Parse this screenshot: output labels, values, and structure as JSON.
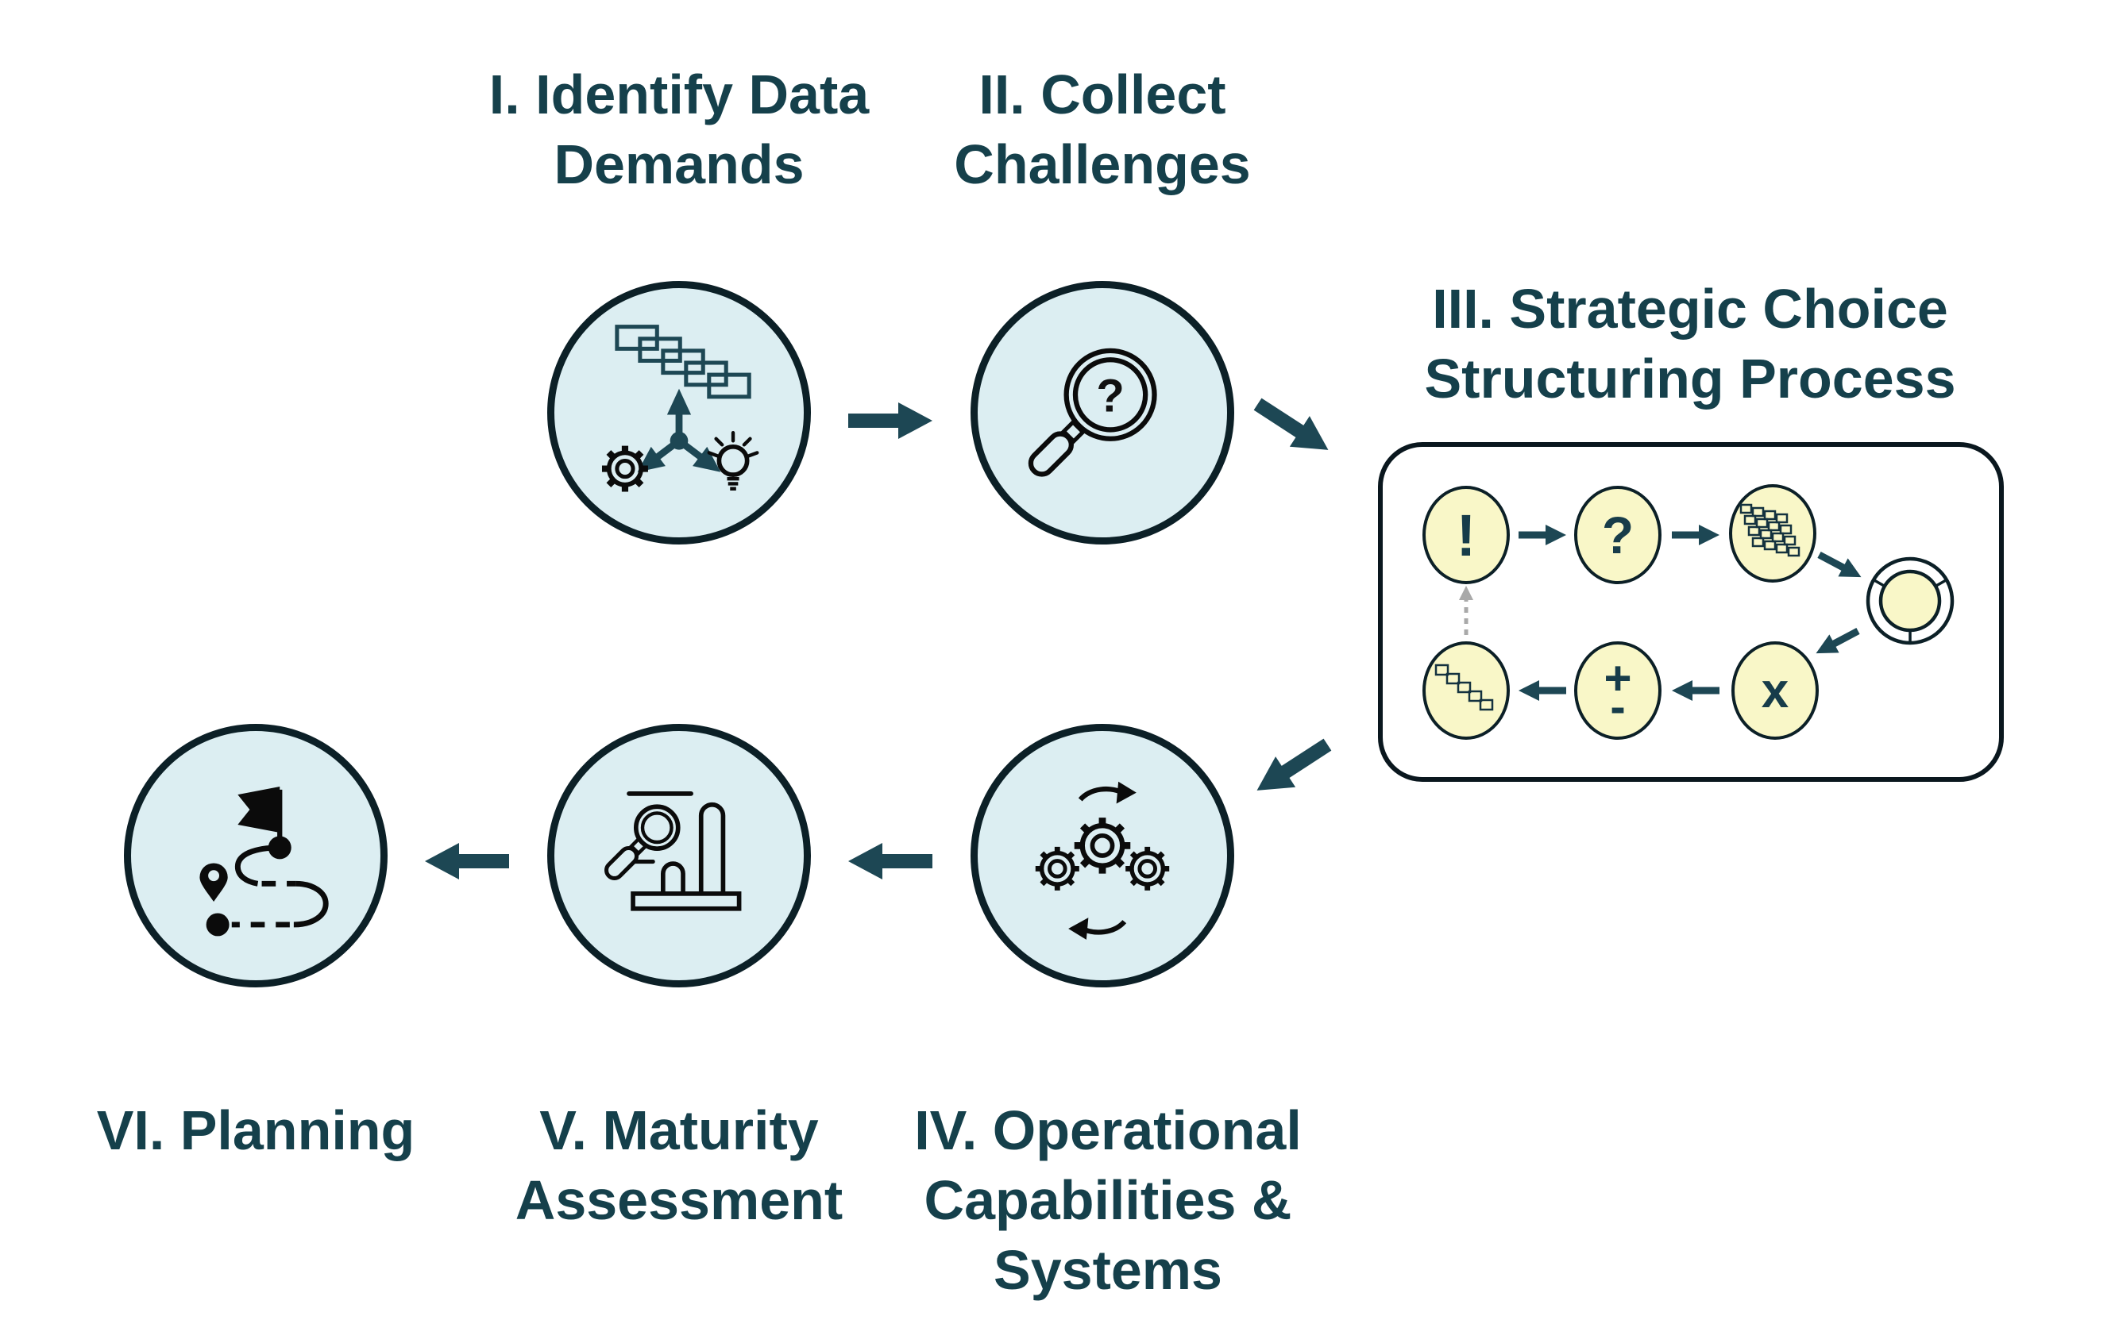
{
  "diagram": {
    "stages": [
      {
        "numeral": "I",
        "lines": [
          "I. Identify Data",
          "Demands"
        ],
        "icon": "data-demands-icon"
      },
      {
        "numeral": "II",
        "lines": [
          "II. Collect",
          "Challenges"
        ],
        "icon": "magnifier-question-icon"
      },
      {
        "numeral": "III",
        "lines": [
          "III. Strategic Choice",
          "Structuring Process"
        ],
        "icon": "choice-structuring-box"
      },
      {
        "numeral": "IV",
        "lines": [
          "IV. Operational",
          "Capabilities &",
          "Systems"
        ],
        "icon": "gears-process-icon"
      },
      {
        "numeral": "V",
        "lines": [
          "V. Maturity",
          "Assessment"
        ],
        "icon": "magnifier-barchart-icon"
      },
      {
        "numeral": "VI",
        "lines": [
          "VI. Planning"
        ],
        "icon": "roadmap-flag-icon"
      }
    ],
    "process_box": {
      "symbols": {
        "exclamation": "!",
        "question": "?",
        "multiply": "x",
        "plus": "+",
        "minus": "-"
      },
      "icon_steps": [
        "exclamation-step",
        "question-step",
        "brick-cascade-step",
        "segmented-wheel-step",
        "multiply-step",
        "plus-minus-step",
        "stair-boxes-step"
      ]
    },
    "circle_icons": {
      "search_glyph": "?"
    },
    "colors": {
      "title_text": "#15404b",
      "arrow": "#1d4754",
      "circle_fill": "#dceef2",
      "circle_border": "#0c2027",
      "ellipse_fill": "#f9f7c8",
      "box_border": "#0a171e",
      "dashed_arrow": "#a9a9a9",
      "icon_teal": "#1d4754",
      "icon_black": "#0b0b0b"
    }
  }
}
